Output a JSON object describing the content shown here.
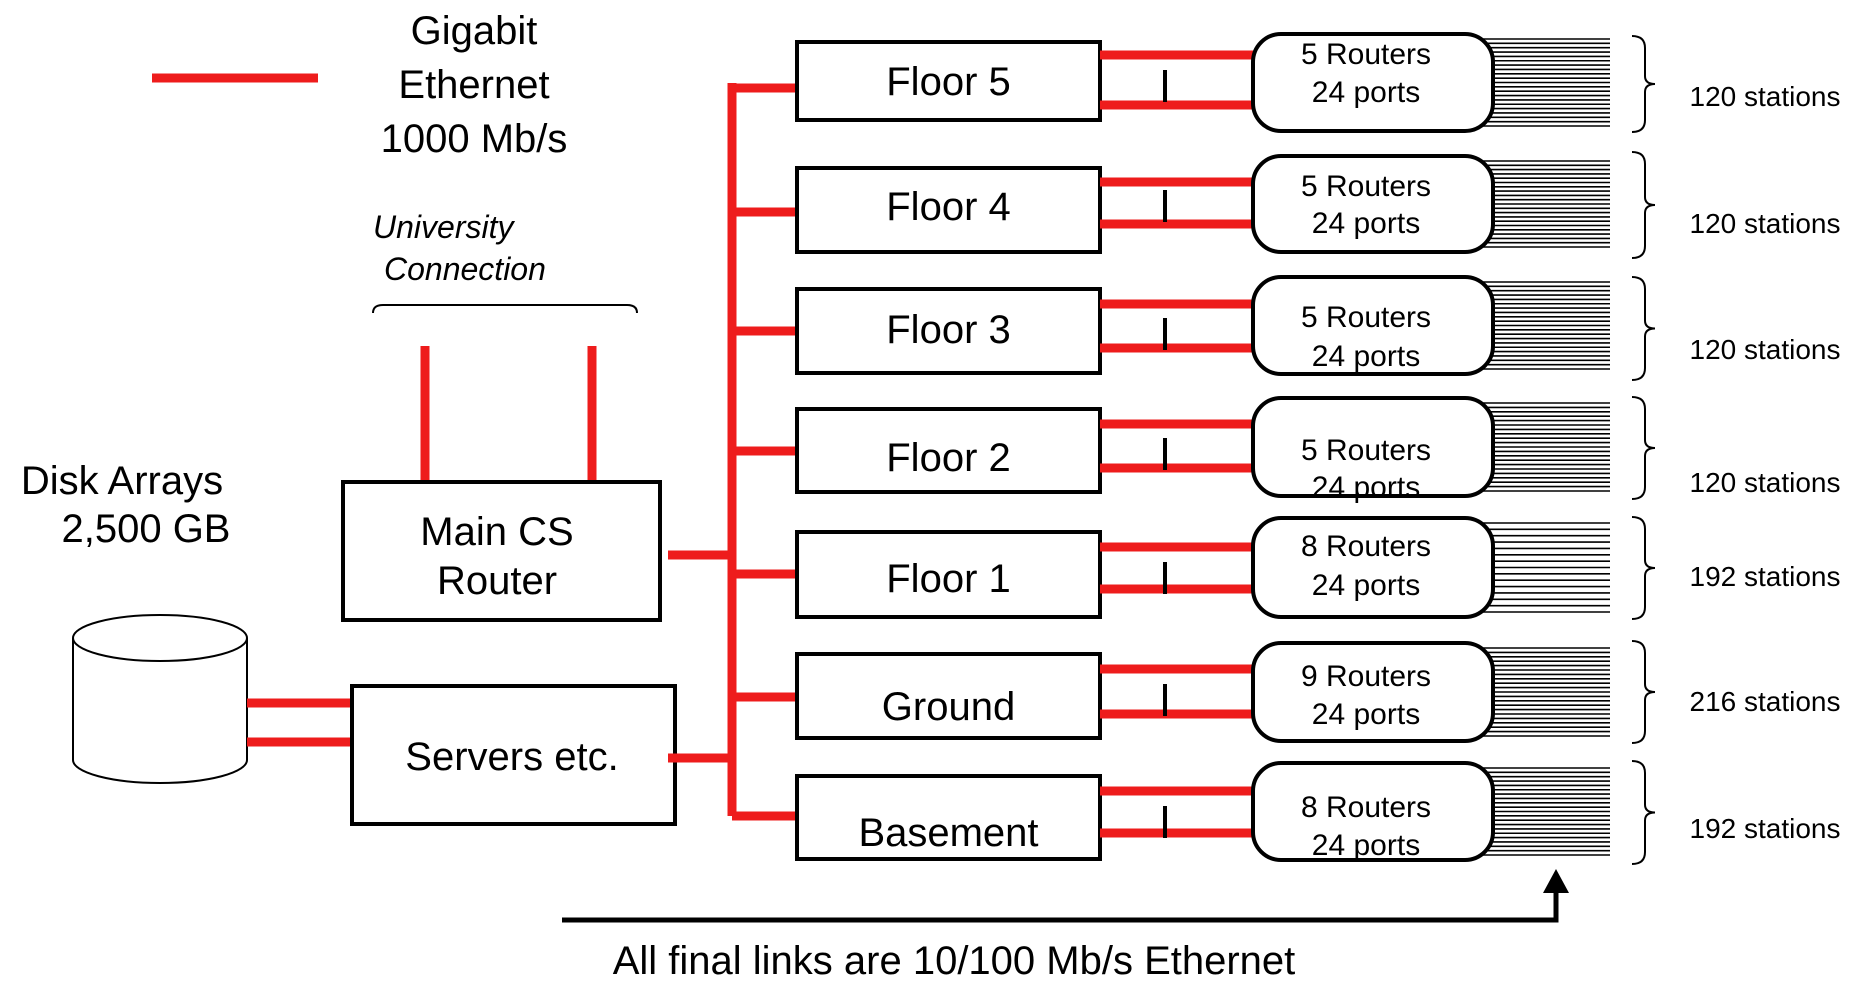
{
  "colors": {
    "gigabit": "#ee1c1c",
    "box": "#000000"
  },
  "legend": {
    "line1": "Gigabit",
    "line2": "Ethernet",
    "line3": "1000 Mb/s"
  },
  "university": {
    "line1": "University",
    "line2": "Connection"
  },
  "disk": {
    "line1": "Disk Arrays",
    "line2": "2,500 GB"
  },
  "main_router": {
    "line1": "Main CS",
    "line2": "Router"
  },
  "servers": {
    "label": "Servers etc."
  },
  "floors": [
    {
      "name": "Floor 5",
      "routers": "5 Routers",
      "ports": "24 ports",
      "stations": "120 stations"
    },
    {
      "name": "Floor 4",
      "routers": "5 Routers",
      "ports": "24 ports",
      "stations": "120 stations"
    },
    {
      "name": "Floor 3",
      "routers": "5 Routers",
      "ports": "24 ports",
      "stations": "120 stations"
    },
    {
      "name": "Floor 2",
      "routers": "5 Routers",
      "ports": "24 ports",
      "stations": "120 stations"
    },
    {
      "name": "Floor 1",
      "routers": "8 Routers",
      "ports": "24 ports",
      "stations": "192 stations"
    },
    {
      "name": "Ground",
      "routers": "9 Routers",
      "ports": "24 ports",
      "stations": "216 stations"
    },
    {
      "name": "Basement",
      "routers": "8 Routers",
      "ports": "24 ports",
      "stations": "192 stations"
    }
  ],
  "footer": {
    "note": "All final links are 10/100 Mb/s Ethernet"
  }
}
